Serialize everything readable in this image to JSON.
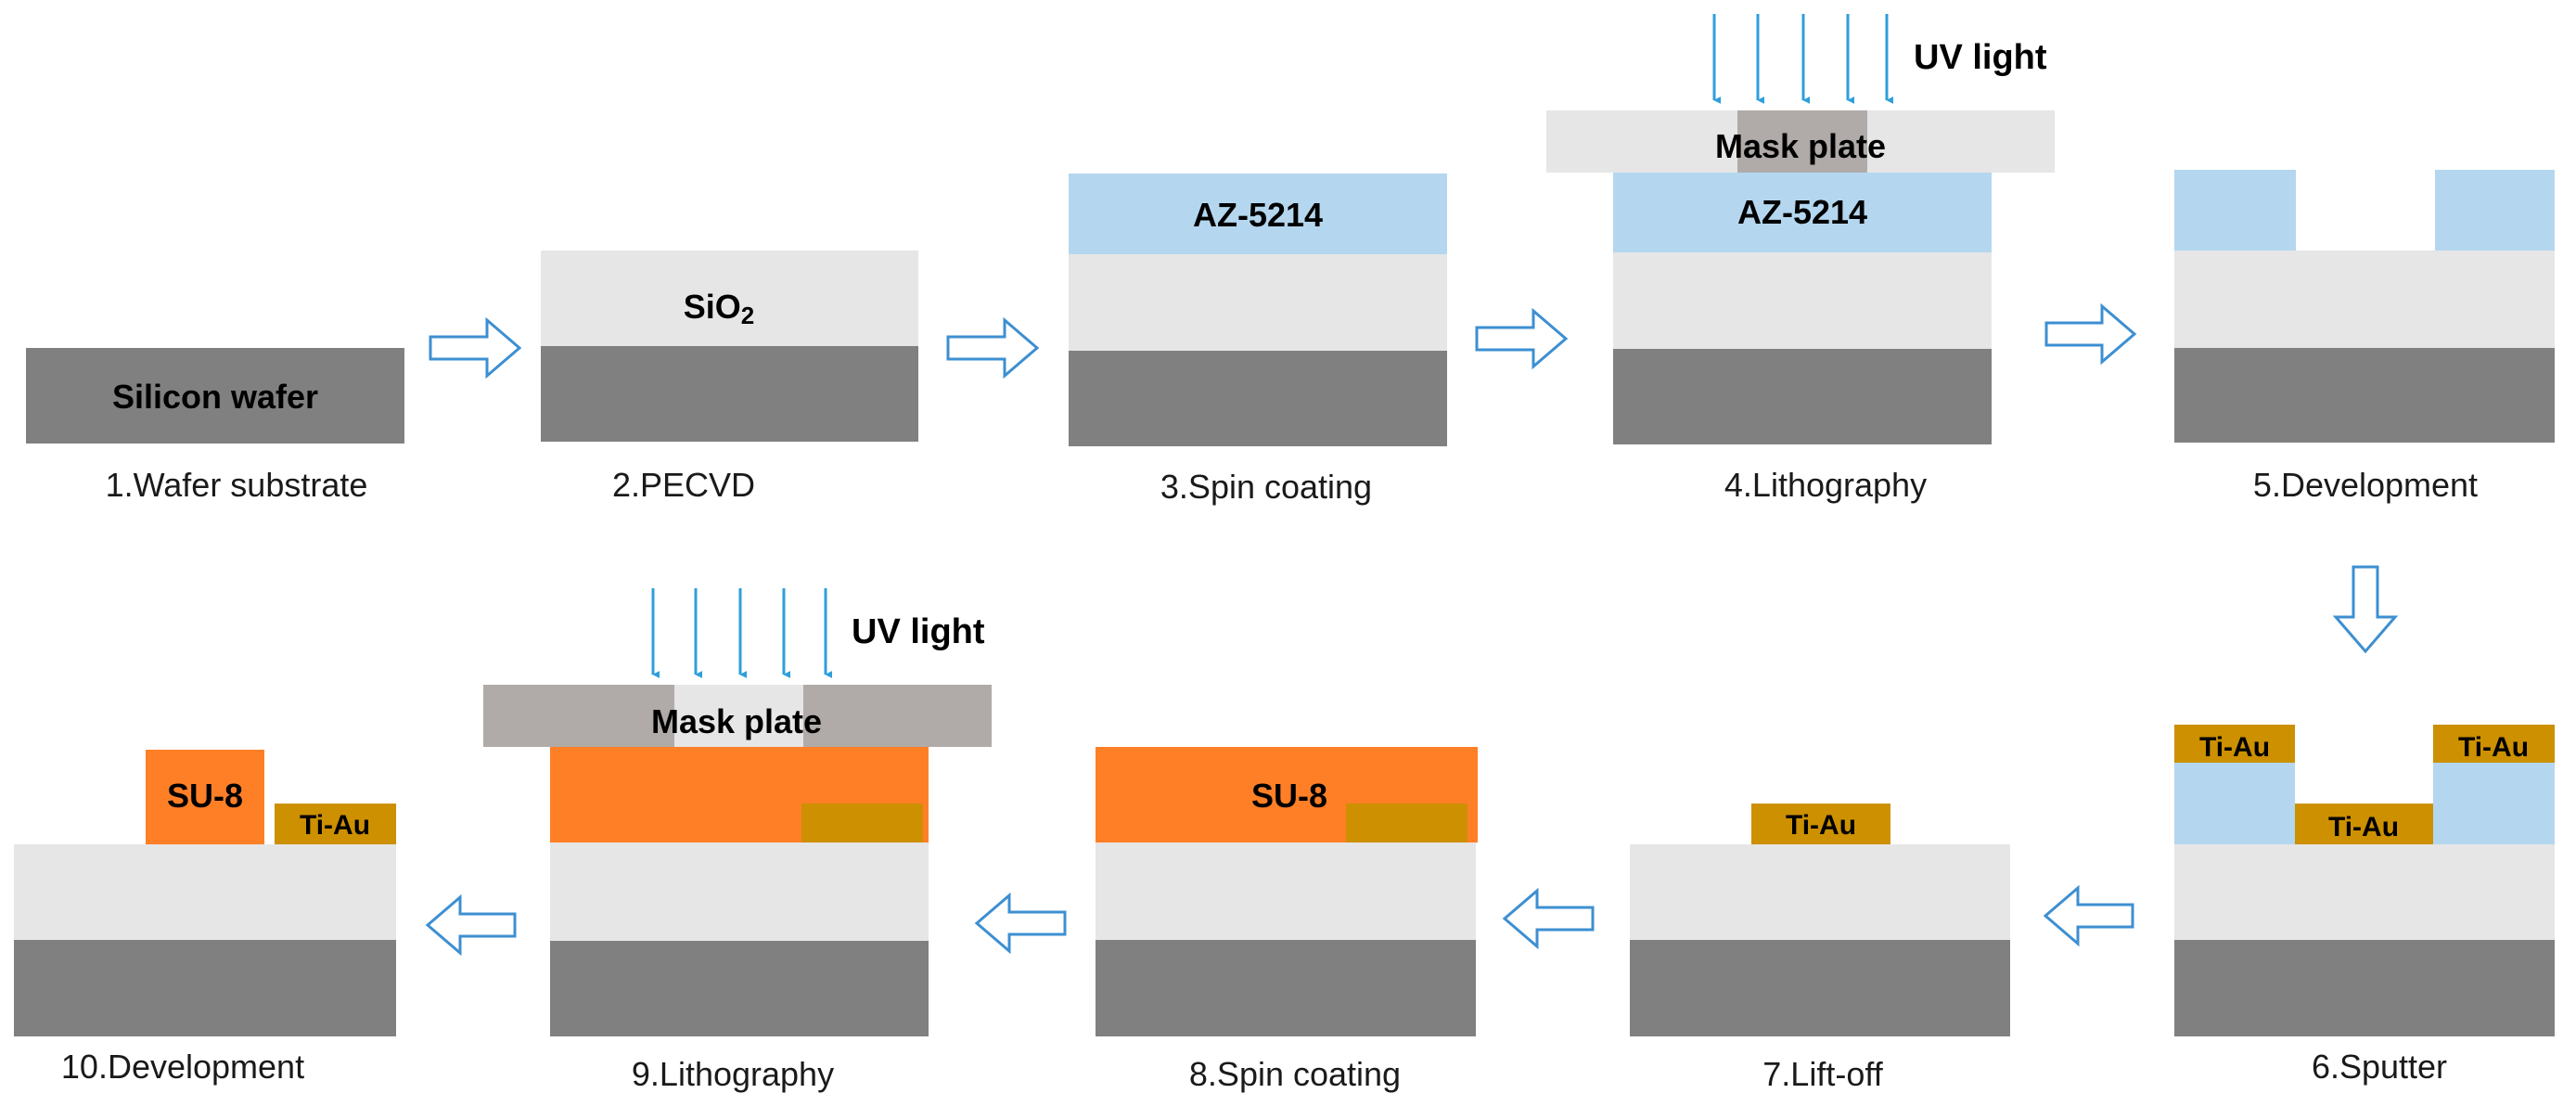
{
  "colors": {
    "silicon": "#808080",
    "oxide": "#e6e6e6",
    "resist": "#b4d7ef",
    "mask_clear": "#e6e6e6",
    "mask_dark": "#b0aaa8",
    "metal": "#cc9000",
    "su8": "#ff7f27",
    "uv_arrow": "#2e9fdb",
    "flow_arrow": "#3d8fd1"
  },
  "labels": {
    "silicon_wafer": "Silicon wafer",
    "sio2_main": "SiO",
    "sio2_sub": "2",
    "az5214": "AZ-5214",
    "mask_plate": "Mask plate",
    "uv_light": "UV light",
    "ti_au": "Ti-Au",
    "su8": "SU-8"
  },
  "steps": [
    {
      "label": "1.Wafer substrate"
    },
    {
      "label": "2.PECVD"
    },
    {
      "label": "3.Spin coating"
    },
    {
      "label": "4.Lithography"
    },
    {
      "label": "5.Development"
    },
    {
      "label": "6.Sputter"
    },
    {
      "label": "7.Lift-off"
    },
    {
      "label": "8.Spin coating"
    },
    {
      "label": "9.Lithography"
    },
    {
      "label": "10.Development"
    }
  ]
}
